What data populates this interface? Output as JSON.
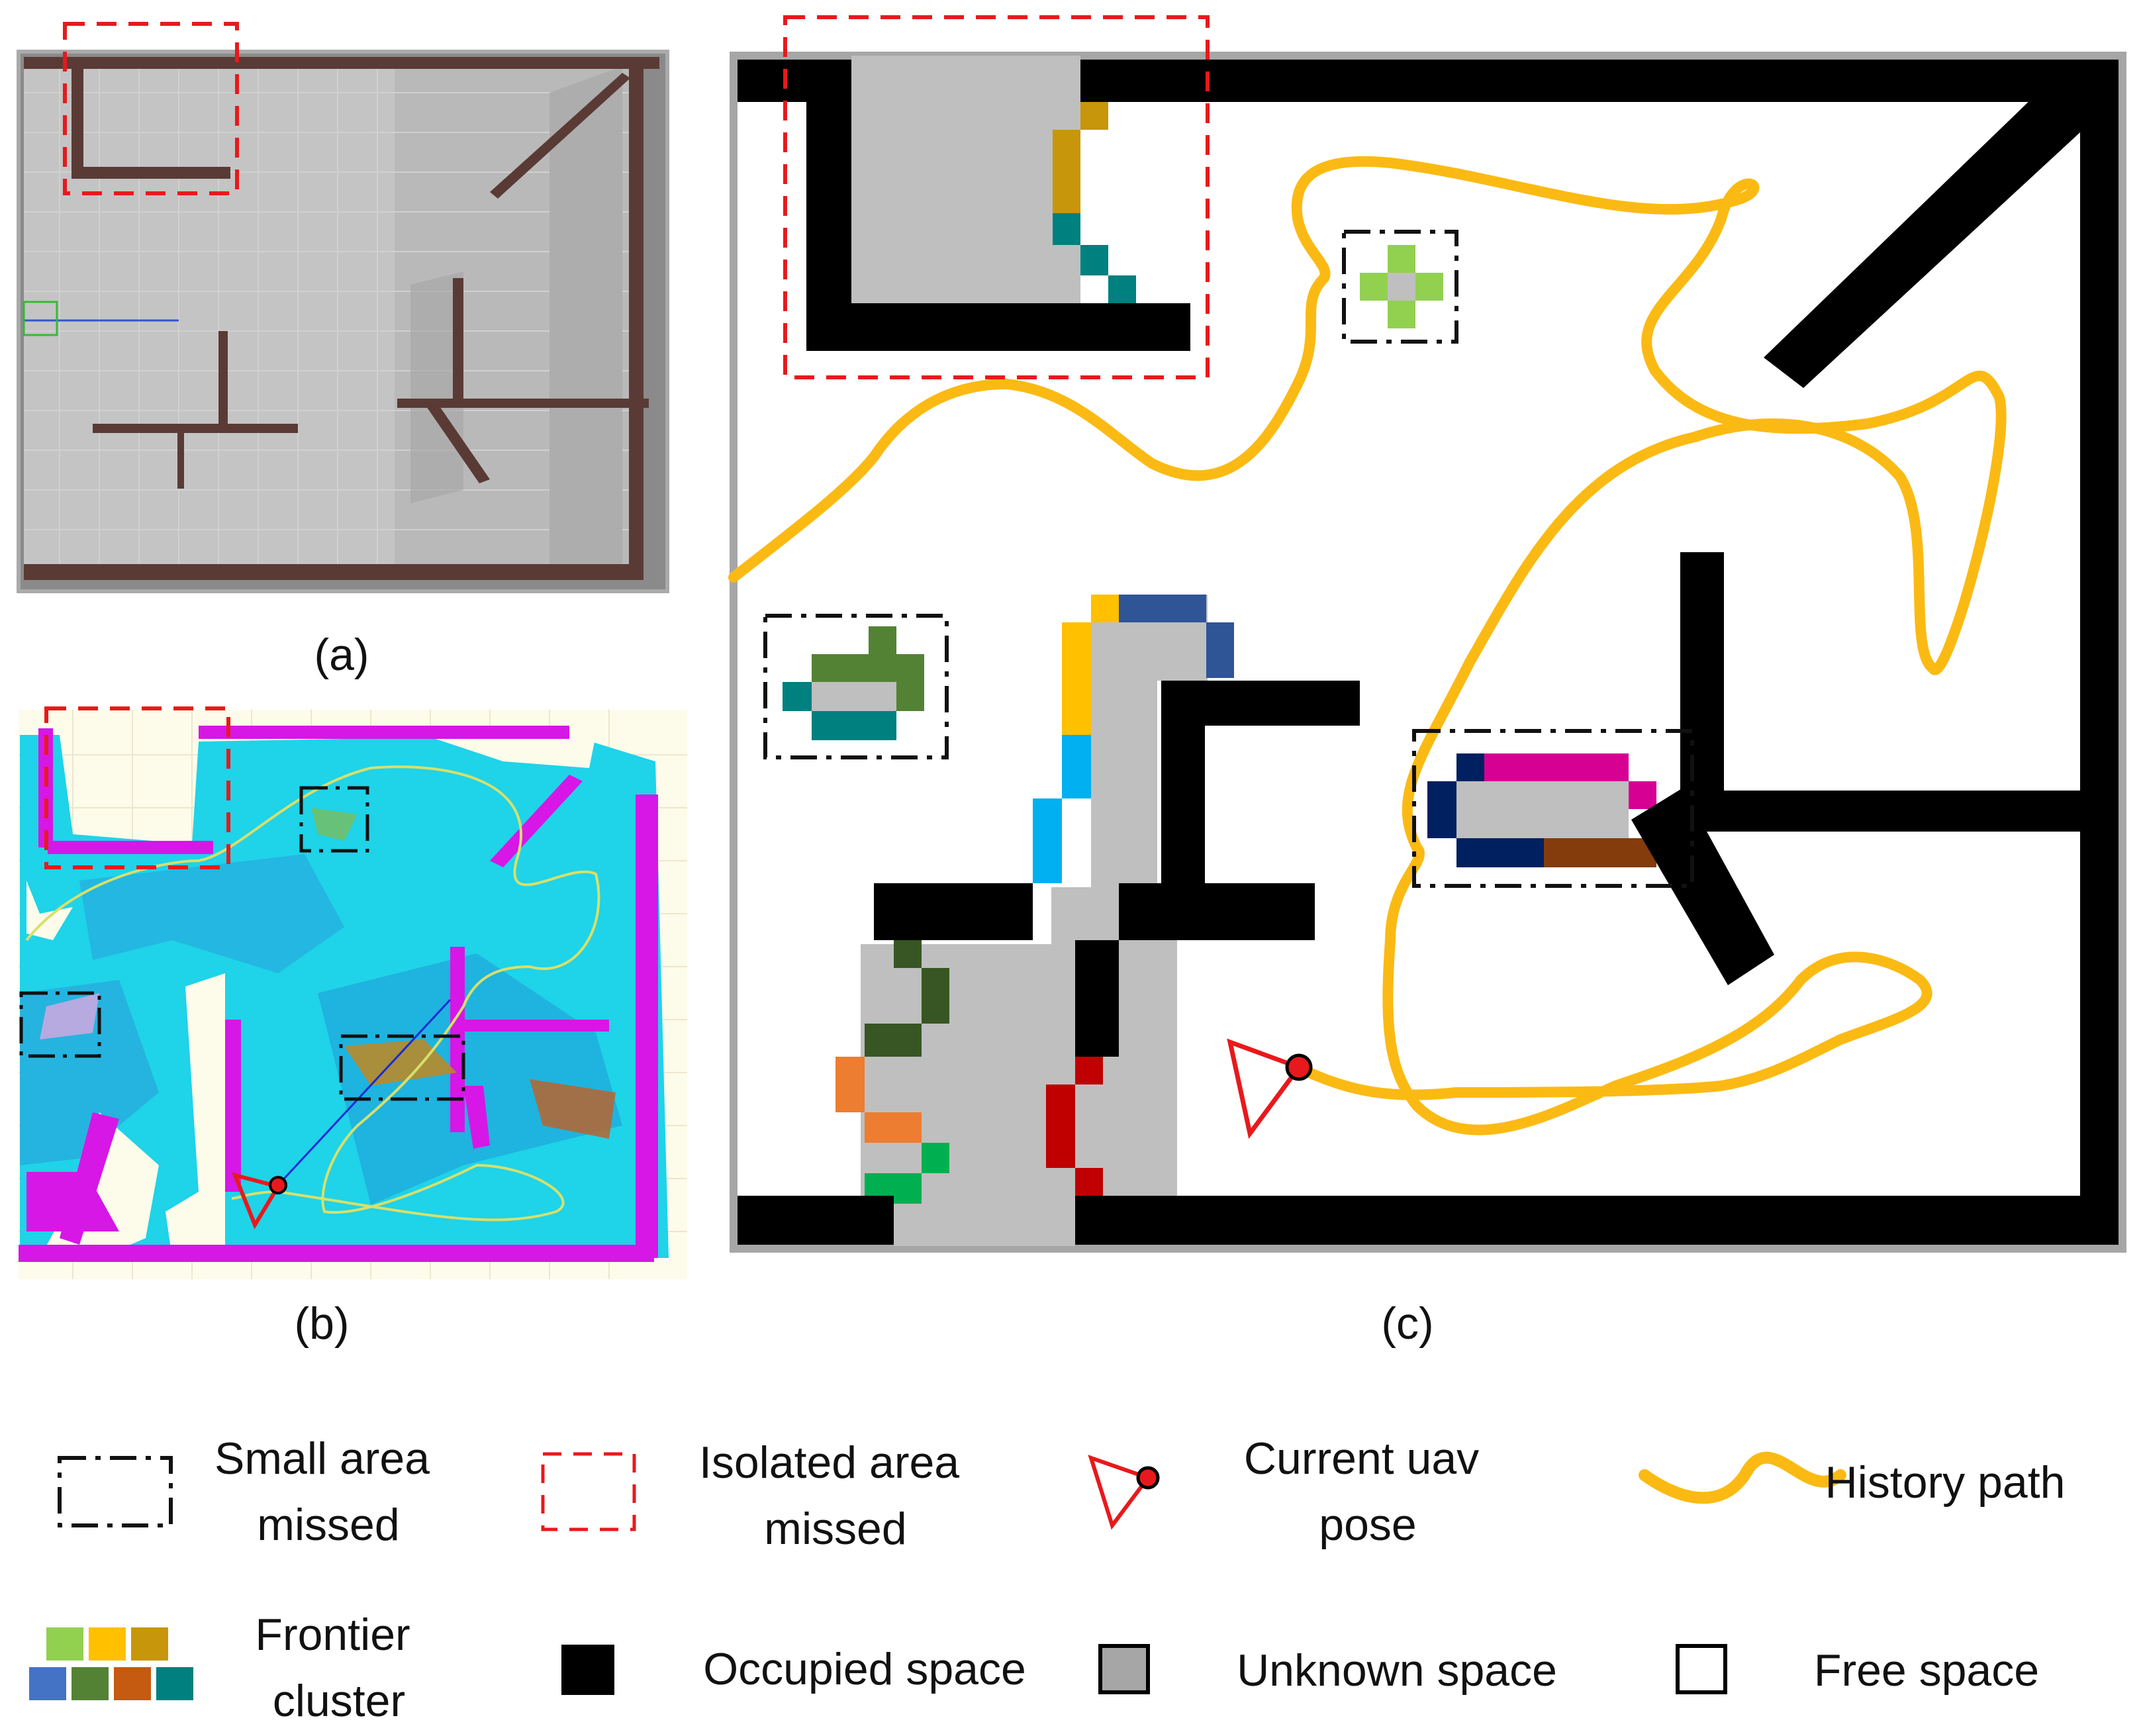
{
  "captions": {
    "a": "(a)",
    "b": "(b)",
    "c": "(c)"
  },
  "legend": {
    "small_area": [
      "Small area",
      "missed"
    ],
    "isolated_area": [
      "Isolated area",
      "missed"
    ],
    "uav_pose": [
      "Current uav",
      "pose"
    ],
    "history_path": "History path",
    "frontier_cluster": [
      "Frontier",
      "cluster"
    ],
    "occupied": "Occupied space",
    "unknown": "Unknown space",
    "free": "Free space"
  },
  "colors": {
    "path": "#FBBA13",
    "occupied": "#000000",
    "unknown": "#BFBFBF",
    "free": "#FFFFFF",
    "isolated_box": "#E8191C",
    "small_box": "#111111",
    "uav": "#E8191C",
    "frontier_palette": [
      "#92D050",
      "#FFC000",
      "#C8960A",
      "#4472C4",
      "#548235",
      "#C55A11",
      "#00807F"
    ]
  }
}
